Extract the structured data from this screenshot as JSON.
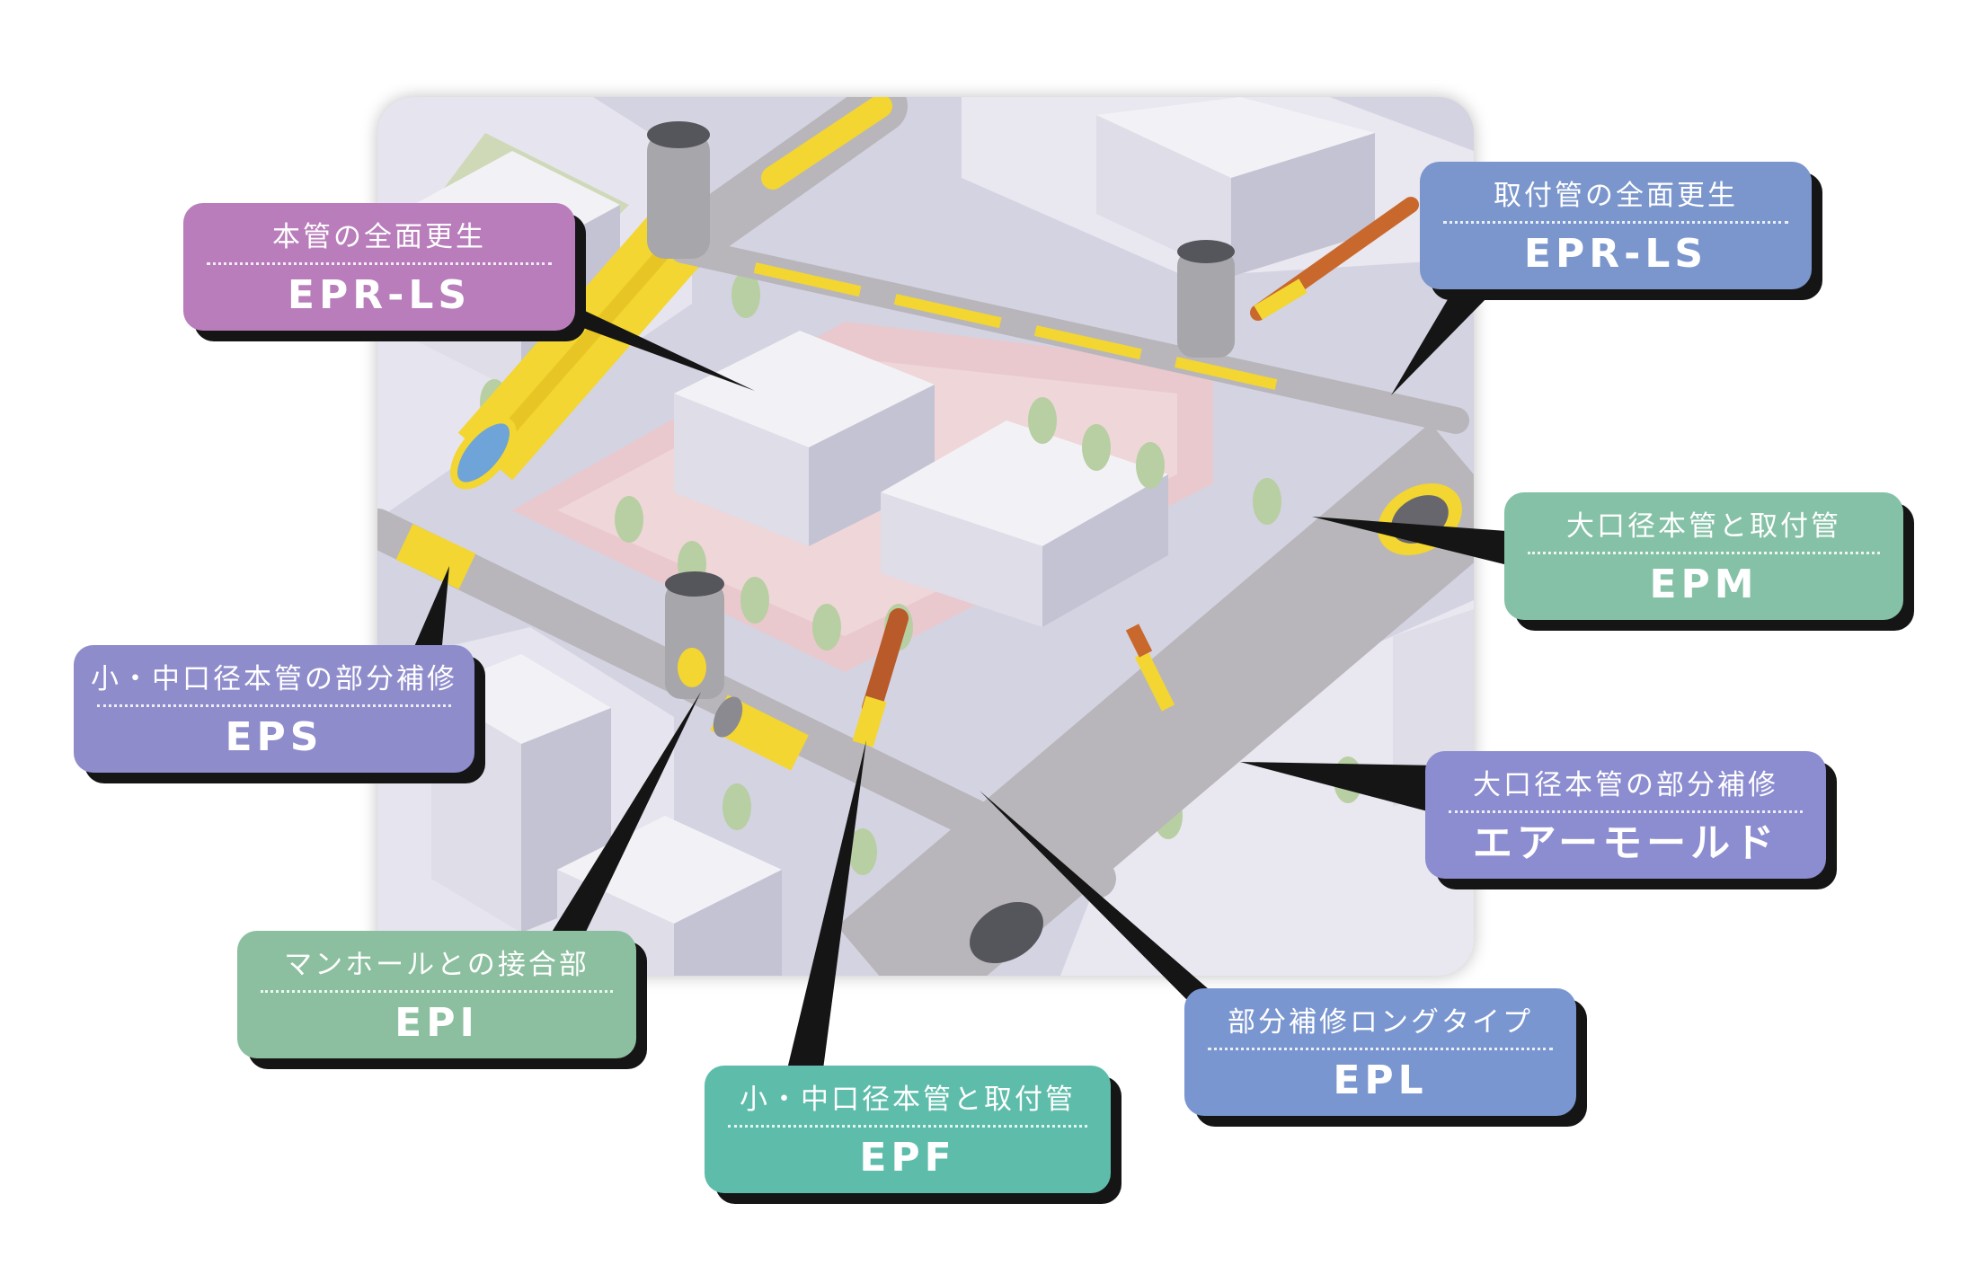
{
  "labels": [
    {
      "key": "main_full",
      "sub": "本管の全面更生",
      "main": "EPR-LS",
      "color": "#b87dba"
    },
    {
      "key": "lateral_full",
      "sub": "取付管の全面更生",
      "main": "EPR-LS",
      "color": "#7b96cc"
    },
    {
      "key": "large_lateral",
      "sub": "大口径本管と取付管",
      "main": "EPM",
      "color": "#84c1a6"
    },
    {
      "key": "small_partial",
      "sub": "小・中口径本管の部分補修",
      "main": "EPS",
      "color": "#8f8ccc"
    },
    {
      "key": "large_partial",
      "sub": "大口径本管の部分補修",
      "main": "エアーモールド",
      "color": "#8c8cd0"
    },
    {
      "key": "manhole_joint",
      "sub": "マンホールとの接合部",
      "main": "EPI",
      "color": "#8bbf9f"
    },
    {
      "key": "partial_long",
      "sub": "部分補修ロングタイプ",
      "main": "EPL",
      "color": "#7a96d0"
    },
    {
      "key": "small_lateral",
      "sub": "小・中口径本管と取付管",
      "main": "EPF",
      "color": "#5ebdaa"
    }
  ],
  "colors": {
    "liner_yellow": "#f3d631",
    "pipe_gray": "#b8b6ba",
    "road": "#d4d3e1",
    "plaza": "#e9c9cd",
    "grass": "#cfd9b8",
    "tree": "#b7cfa2",
    "pointer": "#151515"
  }
}
